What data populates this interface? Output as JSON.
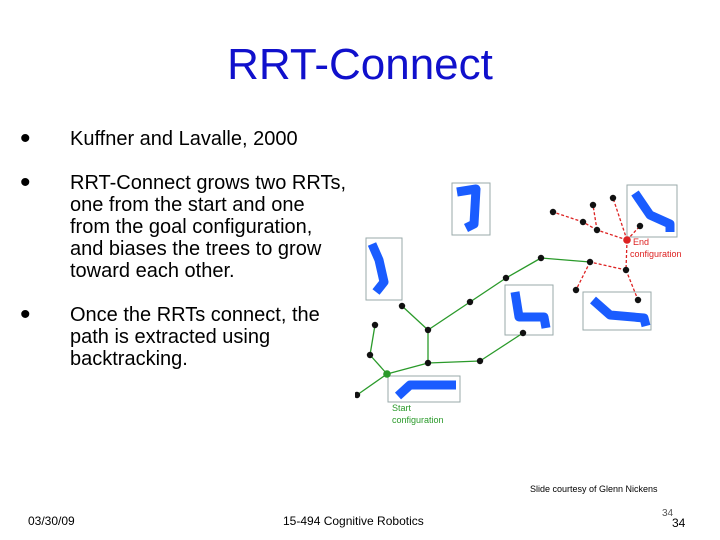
{
  "slide": {
    "title": "RRT-Connect",
    "bullets": [
      {
        "text": "Kuffner and Lavalle, 2000"
      },
      {
        "text": "RRT-Connect grows two RRTs, one from the start and one from the goal configuration, and biases the trees to grow toward each other."
      },
      {
        "text": "Once the RRTs connect, the path is extracted using backtracking."
      }
    ],
    "bullet_glyph": "•"
  },
  "figure": {
    "end_label_line1": "End",
    "end_label_line2": "configuration",
    "start_label_line1": "Start",
    "start_label_line2": "configuration",
    "colors": {
      "start_tree": "#2a9a2a",
      "goal_tree": "#dd2222",
      "node": "#111111",
      "robot": "#1a5cff"
    }
  },
  "footer": {
    "credit": "Slide courtesy of Glenn Nickens",
    "date": "03/30/09",
    "course": "15-494 Cognitive Robotics",
    "page_small": "34",
    "page": "34"
  }
}
